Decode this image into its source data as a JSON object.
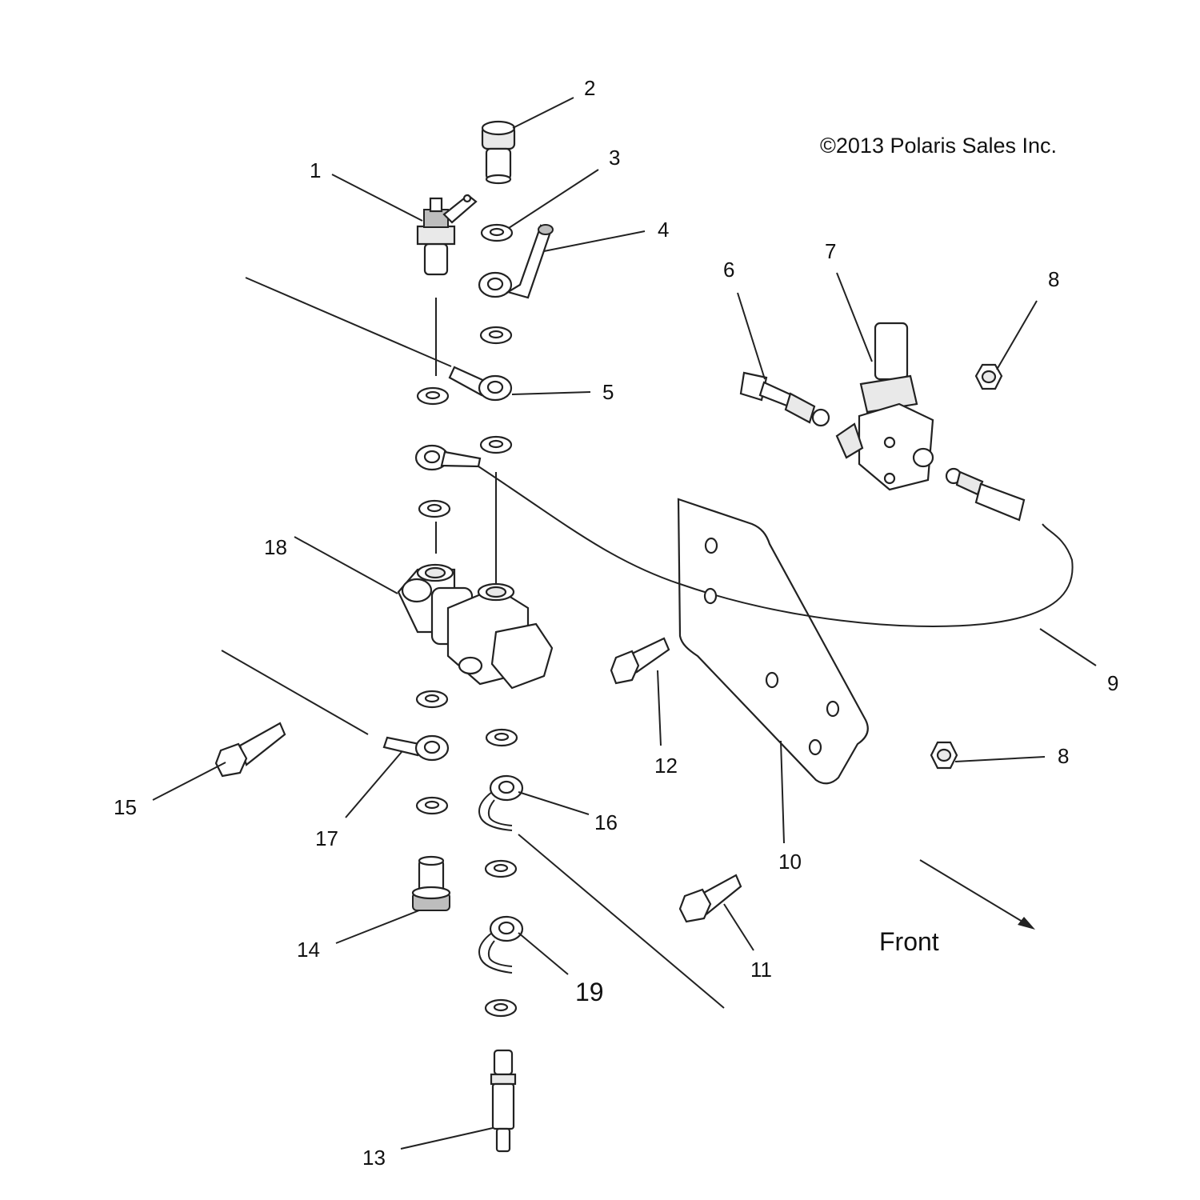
{
  "copyright": "©2013 Polaris Sales Inc.",
  "direction_label": "Front",
  "callouts": {
    "c1": "1",
    "c2": "2",
    "c3": "3",
    "c4": "4",
    "c5": "5",
    "c6": "6",
    "c7": "7",
    "c8a": "8",
    "c8b": "8",
    "c9": "9",
    "c10": "10",
    "c11": "11",
    "c12": "12",
    "c13": "13",
    "c14": "14",
    "c15": "15",
    "c16": "16",
    "c17": "17",
    "c18": "18",
    "c19": "19"
  }
}
